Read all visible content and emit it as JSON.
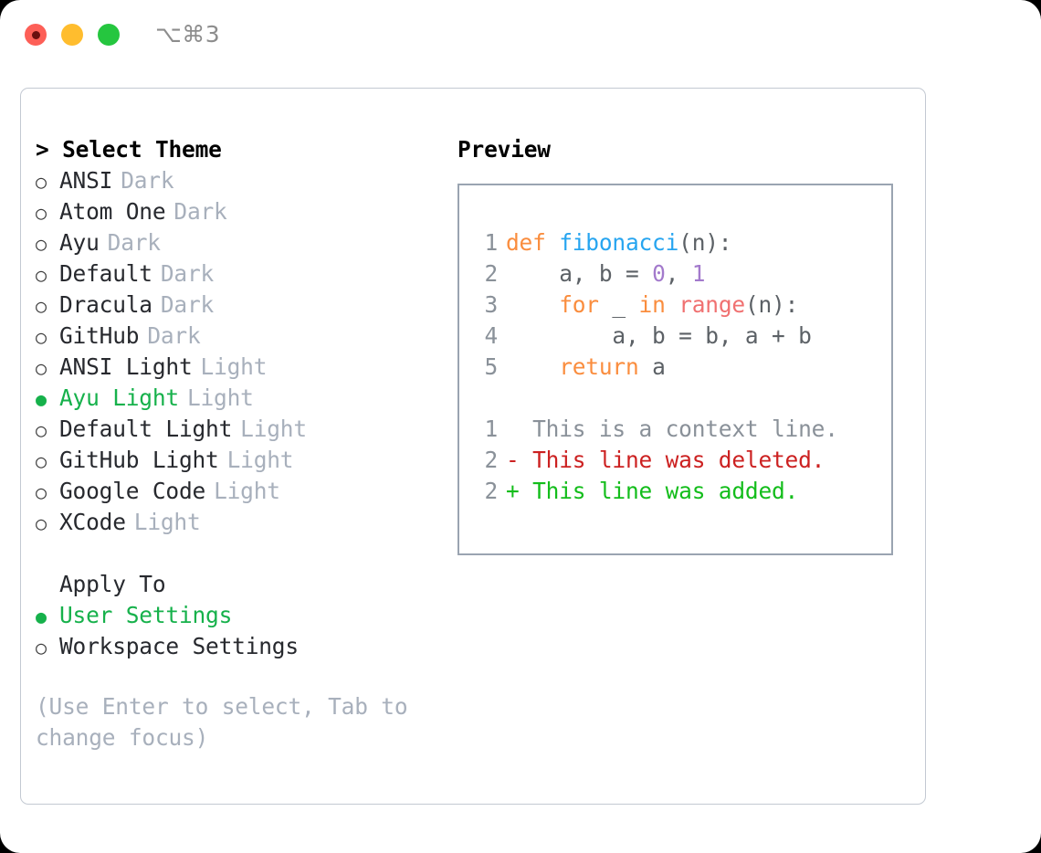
{
  "titlebar": {
    "shortcut": "⌥⌘3",
    "lights": [
      {
        "name": "close",
        "color": "#fd5f57"
      },
      {
        "name": "minimize",
        "color": "#ffbd2e"
      },
      {
        "name": "maximize",
        "color": "#25c63f"
      }
    ]
  },
  "theme_picker": {
    "title": "> Select Theme",
    "options": [
      {
        "bullet": "○",
        "label": "ANSI",
        "tag": "Dark",
        "selected": false
      },
      {
        "bullet": "○",
        "label": "Atom One",
        "tag": "Dark",
        "selected": false
      },
      {
        "bullet": "○",
        "label": "Ayu",
        "tag": "Dark",
        "selected": false
      },
      {
        "bullet": "○",
        "label": "Default",
        "tag": "Dark",
        "selected": false
      },
      {
        "bullet": "○",
        "label": "Dracula",
        "tag": "Dark",
        "selected": false
      },
      {
        "bullet": "○",
        "label": "GitHub",
        "tag": "Dark",
        "selected": false
      },
      {
        "bullet": "○",
        "label": "ANSI Light",
        "tag": "Light",
        "selected": false
      },
      {
        "bullet": "●",
        "label": "Ayu Light",
        "tag": "Light",
        "selected": true
      },
      {
        "bullet": "○",
        "label": "Default Light",
        "tag": "Light",
        "selected": false
      },
      {
        "bullet": "○",
        "label": "GitHub Light",
        "tag": "Light",
        "selected": false
      },
      {
        "bullet": "○",
        "label": "Google Code",
        "tag": "Light",
        "selected": false
      },
      {
        "bullet": "○",
        "label": "XCode",
        "tag": "Light",
        "selected": false
      }
    ]
  },
  "apply_to": {
    "title": "Apply To",
    "options": [
      {
        "bullet": "●",
        "label": "User Settings",
        "selected": true
      },
      {
        "bullet": "○",
        "label": "Workspace Settings",
        "selected": false
      }
    ]
  },
  "hint": "(Use Enter to select, Tab to change focus)",
  "preview": {
    "title": "Preview",
    "code_lines": [
      {
        "num": "1",
        "tokens": [
          {
            "t": "def ",
            "c": "kw"
          },
          {
            "t": "fibonacci",
            "c": "fn"
          },
          {
            "t": "(n):",
            "c": "plain"
          }
        ]
      },
      {
        "num": "2",
        "tokens": [
          {
            "t": "    a, b = ",
            "c": "plain"
          },
          {
            "t": "0",
            "c": "num"
          },
          {
            "t": ", ",
            "c": "plain"
          },
          {
            "t": "1",
            "c": "num"
          }
        ]
      },
      {
        "num": "3",
        "tokens": [
          {
            "t": "    ",
            "c": "plain"
          },
          {
            "t": "for",
            "c": "kw"
          },
          {
            "t": " _ ",
            "c": "plain"
          },
          {
            "t": "in",
            "c": "kw"
          },
          {
            "t": " ",
            "c": "plain"
          },
          {
            "t": "range",
            "c": "call"
          },
          {
            "t": "(n):",
            "c": "plain"
          }
        ]
      },
      {
        "num": "4",
        "tokens": [
          {
            "t": "        a, b = b, a + b",
            "c": "plain"
          }
        ]
      },
      {
        "num": "5",
        "tokens": [
          {
            "t": "    ",
            "c": "plain"
          },
          {
            "t": "return",
            "c": "kw"
          },
          {
            "t": " a",
            "c": "plain"
          }
        ]
      }
    ],
    "diff_lines": [
      {
        "num": "1",
        "tokens": [
          {
            "t": "  This is a context line.",
            "c": "ctx"
          }
        ]
      },
      {
        "num": "2",
        "tokens": [
          {
            "t": "- This line was deleted.",
            "c": "del"
          }
        ]
      },
      {
        "num": "2",
        "tokens": [
          {
            "t": "+ This line was added.",
            "c": "add"
          }
        ]
      }
    ]
  },
  "colors": {
    "keyword": "#fa8d3e",
    "function": "#27a5f0",
    "call": "#f07171",
    "number": "#a37acc",
    "plain": "#5c6166",
    "gutter": "#8a9199",
    "diff_deleted": "#cc2121",
    "diff_added": "#13bd1b",
    "selected": "#16b14b",
    "muted": "#a8b0bc",
    "border": "#c3c9d2",
    "panel_border": "#9aa4b1"
  }
}
